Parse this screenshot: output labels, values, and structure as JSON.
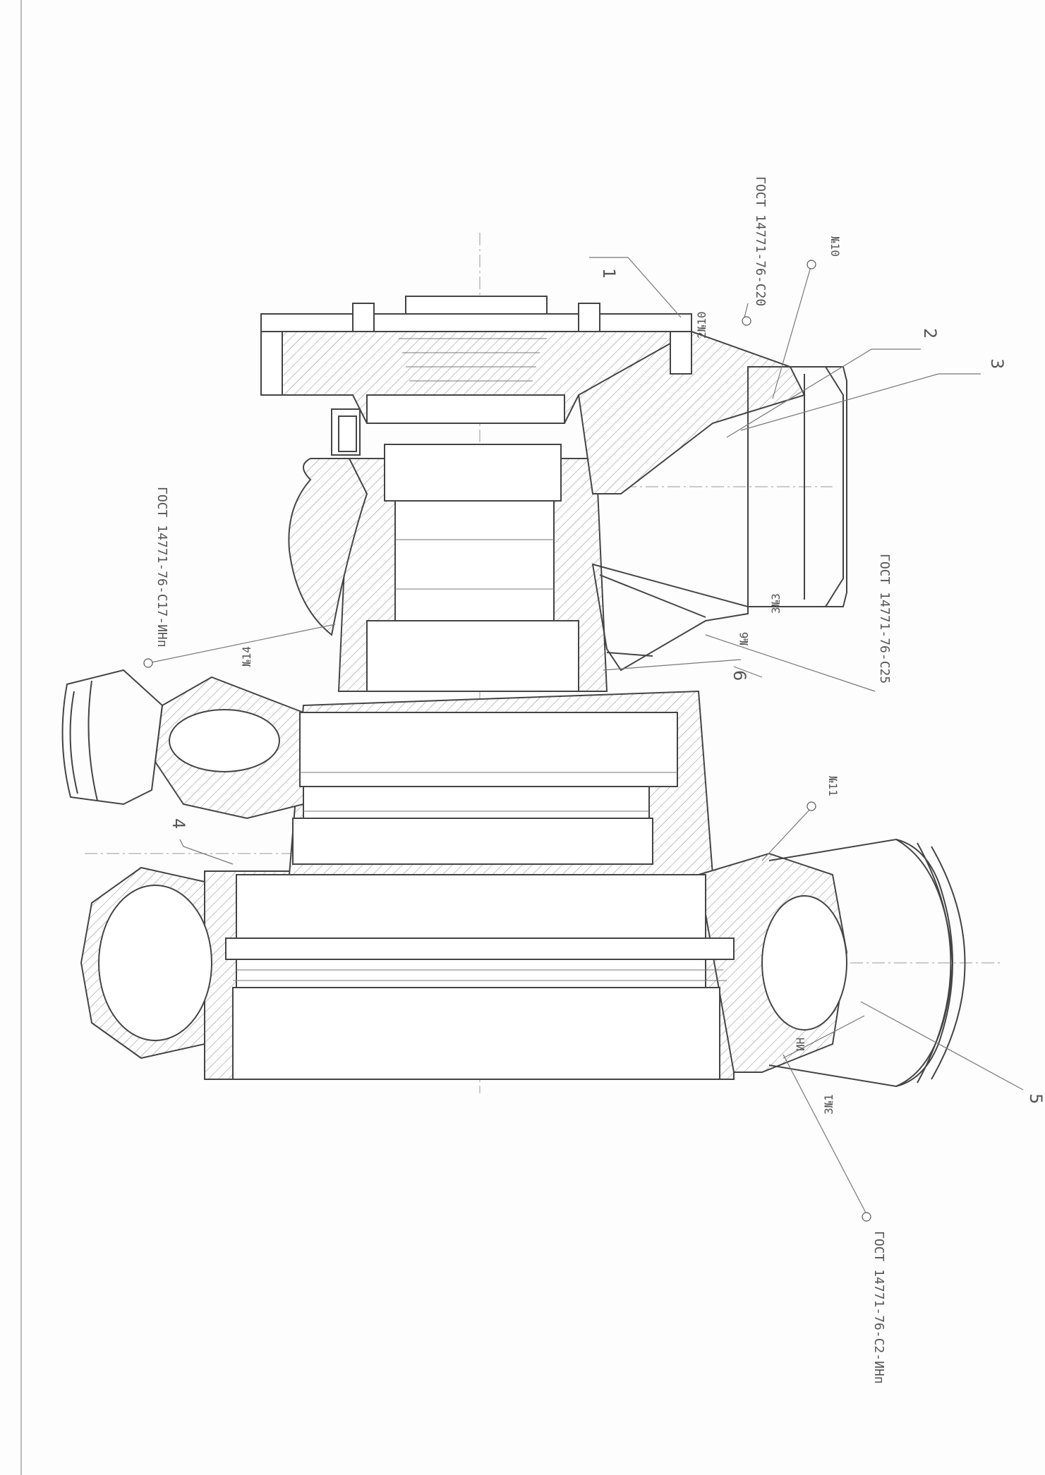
{
  "drawing": {
    "position_labels": [
      "1",
      "2",
      "3",
      "4",
      "5",
      "6"
    ],
    "weld_standards": {
      "top": "ГОСТ 14771-76-С20",
      "right_upper": "ГОСТ 14771-76-С25",
      "left": "ГОСТ 14771-76-С17-ИНп",
      "bottom": "ГОСТ 14771-76-С2-ИНп"
    },
    "weld_marks": {
      "n10": "№10",
      "n2": "2№10",
      "n3": "3№3",
      "n6": "№6",
      "n4": "№14",
      "n11": "№11",
      "n1": "3№1",
      "mark1": "ИН"
    }
  }
}
